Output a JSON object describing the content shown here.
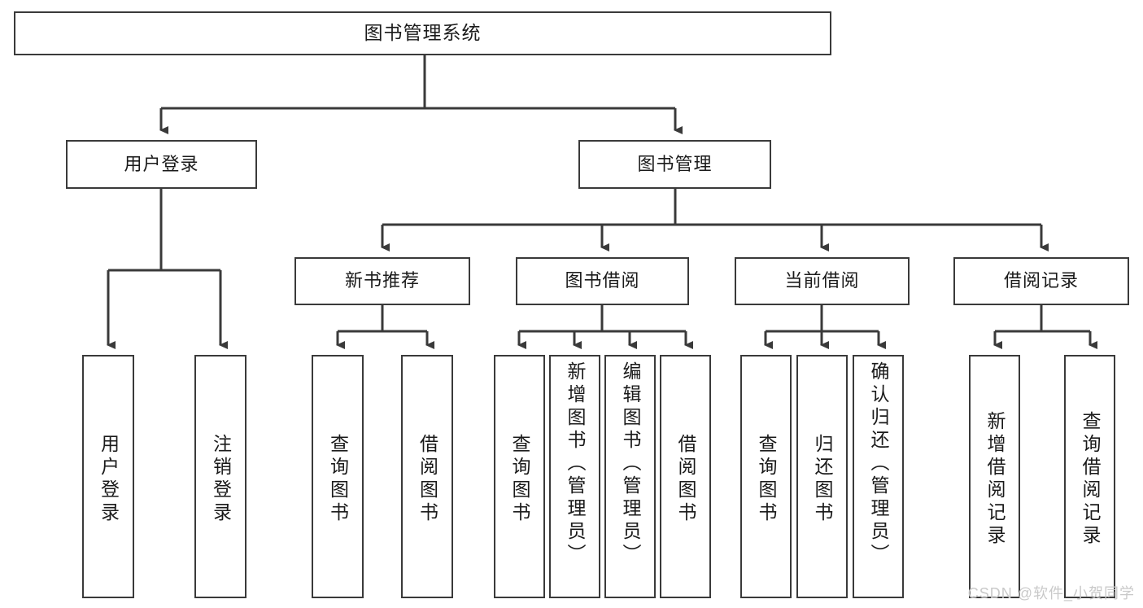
{
  "diagram": {
    "title": "图书管理系统",
    "type": "tree",
    "colors": {
      "box_border": "#3a3a3a",
      "box_fill": "#ffffff",
      "connector": "#3a3a3a",
      "text": "#1a1a1a",
      "watermark": "#c9c9c9"
    },
    "levels": {
      "root": {
        "label": "图书管理系统"
      },
      "level2": [
        {
          "label": "用户登录"
        },
        {
          "label": "图书管理"
        }
      ],
      "level3": [
        {
          "label": "新书推荐"
        },
        {
          "label": "图书借阅"
        },
        {
          "label": "当前借阅"
        },
        {
          "label": "借阅记录"
        }
      ],
      "leaves": {
        "user_login": [
          {
            "label": "用户登录"
          },
          {
            "label": "注销登录"
          }
        ],
        "new_book_recommend": [
          {
            "label": "查询图书"
          },
          {
            "label": "借阅图书"
          }
        ],
        "book_borrow": [
          {
            "label": "查询图书"
          },
          {
            "label": "新增图书（管理员）"
          },
          {
            "label": "编辑图书（管理员）"
          },
          {
            "label": "借阅图书"
          }
        ],
        "current_borrow": [
          {
            "label": "查询图书"
          },
          {
            "label": "归还图书"
          },
          {
            "label": "确认归还（管理员）"
          }
        ],
        "borrow_record": [
          {
            "label": "新增借阅记录"
          },
          {
            "label": "查询借阅记录"
          }
        ]
      }
    },
    "watermark": "CSDN @软件_小贺同学"
  }
}
